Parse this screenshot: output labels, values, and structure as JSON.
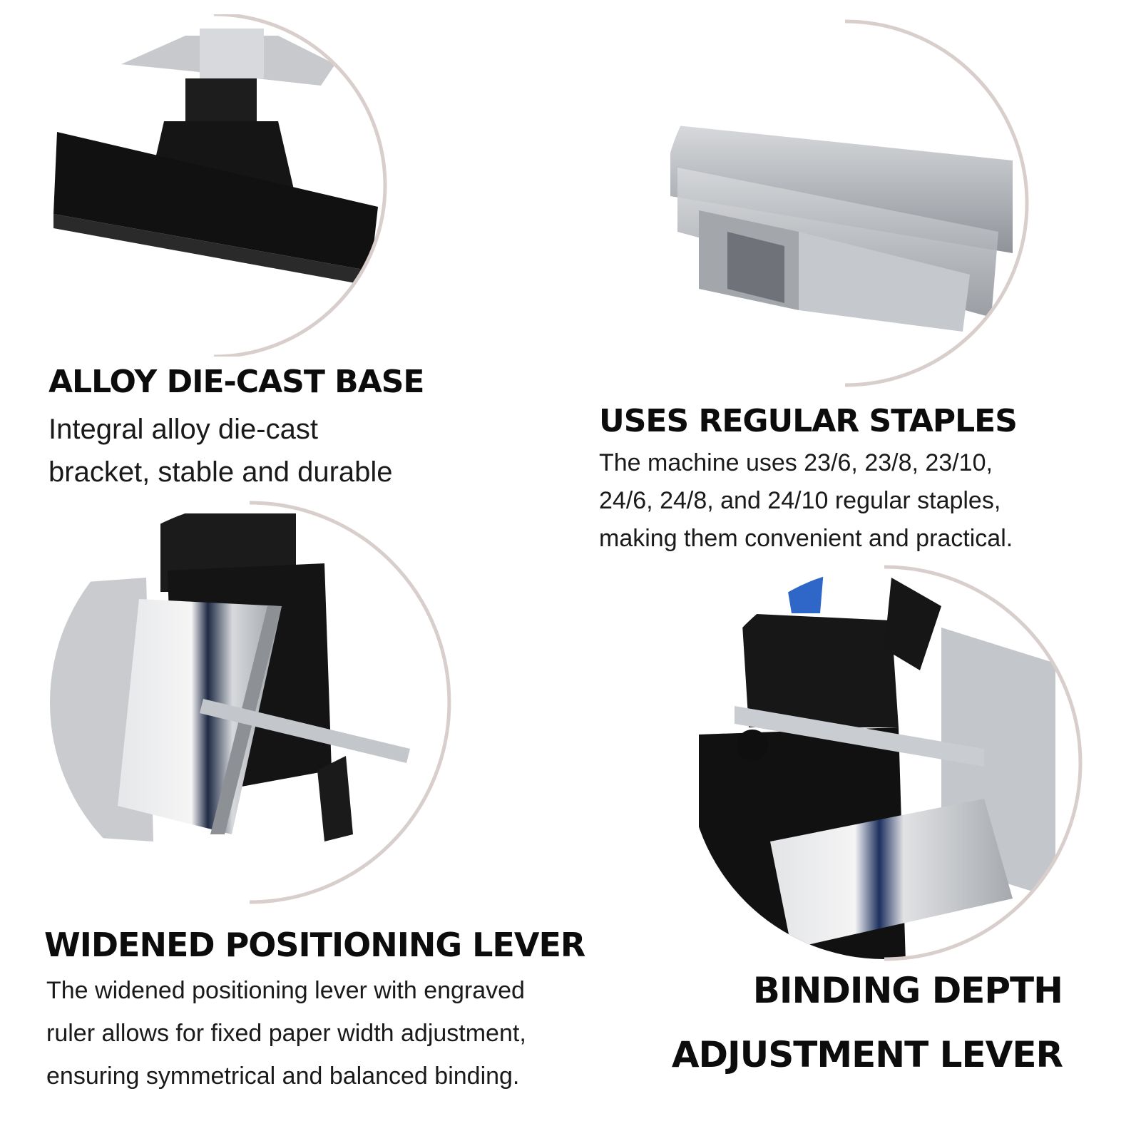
{
  "features": [
    {
      "heading": "ALLOY DIE-CAST BASE",
      "description_lines": [
        "Integral alloy die-cast",
        "bracket, stable and durable"
      ]
    },
    {
      "heading": "USES REGULAR STAPLES",
      "description_lines": [
        "The machine uses 23/6, 23/8, 23/10,",
        "24/6, 24/8, and 24/10 regular staples,",
        "making them convenient and practical."
      ]
    },
    {
      "heading": "WIDENED POSITIONING LEVER",
      "description_lines": [
        "The widened positioning lever with engraved",
        "ruler allows for fixed paper width adjustment,",
        "ensuring symmetrical and balanced binding."
      ]
    },
    {
      "heading_lines": [
        "BINDING DEPTH",
        "ADJUSTMENT LEVER"
      ]
    }
  ],
  "colors": {
    "ring": "#d8cfcc",
    "metal_dark": "#161616",
    "steel": "#b9bcc0",
    "accent_blue": "#2f67c8"
  },
  "icons": [
    "base-product-image",
    "staples-product-image",
    "positioning-lever-image",
    "depth-lever-image"
  ]
}
